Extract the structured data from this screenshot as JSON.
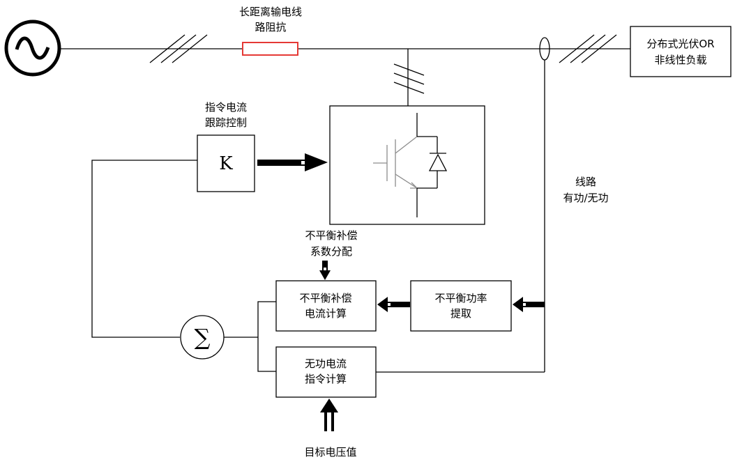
{
  "labels": {
    "line_impedance": [
      "长距离输电线",
      "路阻抗"
    ],
    "load": [
      "分布式光伏OR",
      "非线性负载"
    ],
    "tracking_control": [
      "指令电流",
      "跟踪控制"
    ],
    "gain": "K",
    "line_power": [
      "线路",
      "有功/无功"
    ],
    "unbalance_coeff": [
      "不平衡补偿",
      "系数分配"
    ],
    "unbalance_current_calc": [
      "不平衡补偿",
      "电流计算"
    ],
    "unbalance_power_extract": [
      "不平衡功率",
      "提取"
    ],
    "reactive_current_calc": [
      "无功电流",
      "指令计算"
    ],
    "target_voltage": "目标电压值",
    "sum_symbol": "∑"
  },
  "colors": {
    "line": "#000000",
    "impedance": "#e53935",
    "igbt": "#8c8c8c"
  },
  "icons": [
    "ac-source-icon",
    "impedance-icon",
    "igbt-icon",
    "diode-icon",
    "summing-junction-icon",
    "current-sensor-icon"
  ]
}
